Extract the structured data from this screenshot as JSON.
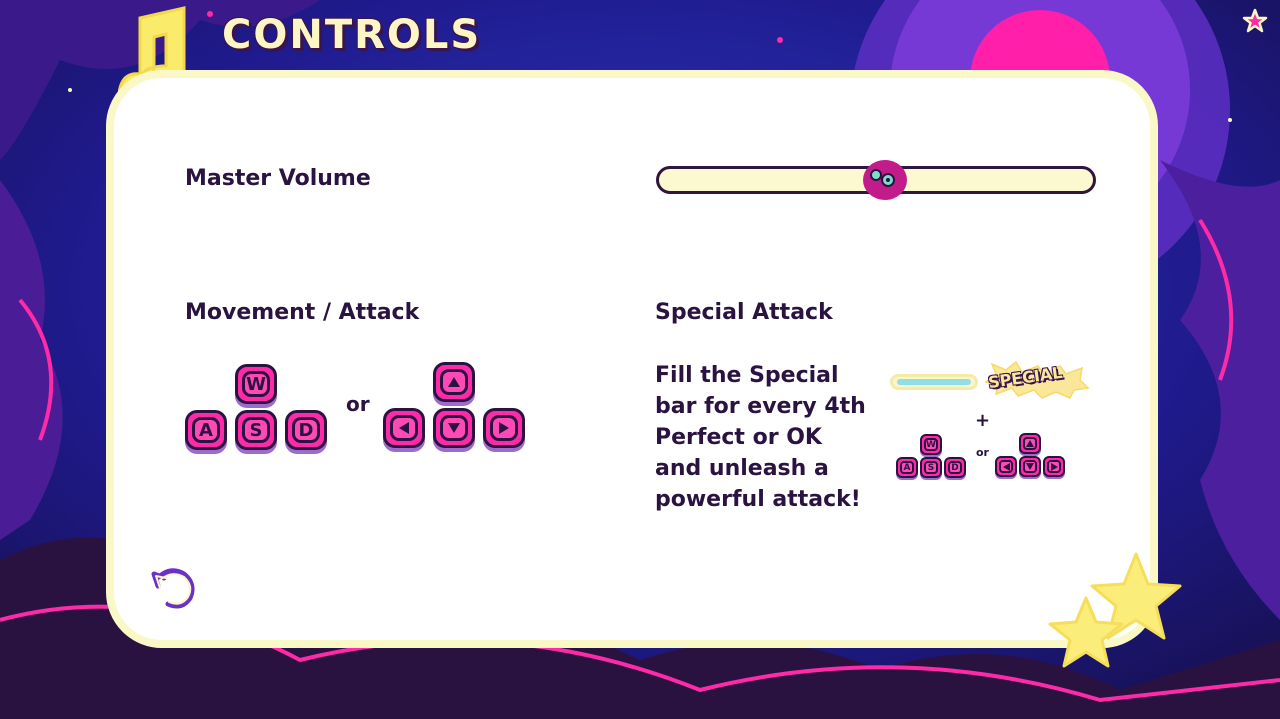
{
  "screen": {
    "title": "CONTROLS"
  },
  "volume": {
    "label": "Master Volume",
    "level_percent": 52
  },
  "movement": {
    "label": "Movement / Attack",
    "wasd_keys": [
      "W",
      "A",
      "S",
      "D"
    ],
    "or_text": "or"
  },
  "special": {
    "label": "Special Attack",
    "description": "Fill the Special\nbar for every 4th\nPerfect or OK\nand unleash a\npowerful attack!",
    "badge_text": "SPECIAL",
    "plus_text": "+",
    "or_text": "or"
  },
  "icons": {
    "settings": "star-icon",
    "back": "back-arrow-icon",
    "logo": "music-note-icon"
  },
  "colors": {
    "accent_pink": "#ff2aa8",
    "panel_border": "#fbf8c8",
    "text_dark": "#2a1340",
    "background_navy": "#22156e"
  }
}
